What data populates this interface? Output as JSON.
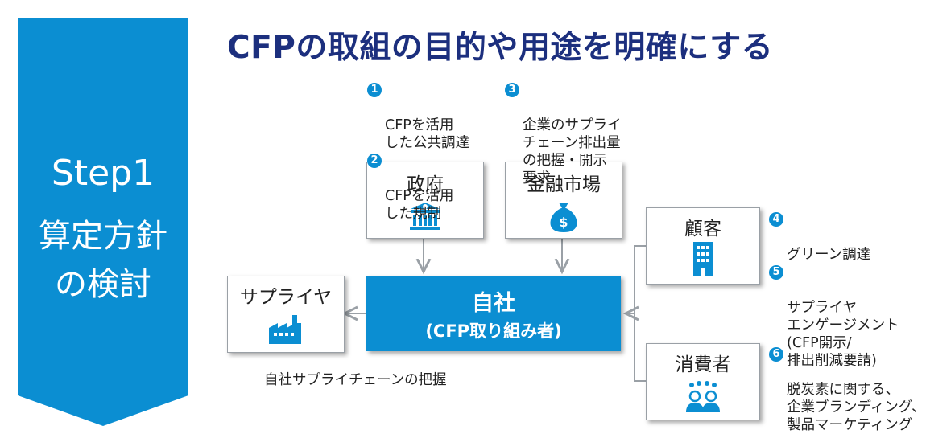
{
  "step": {
    "label": "Step1",
    "title": "算定方針\nの検討",
    "color": "#0b8ed2"
  },
  "main_title": "CFPの取組の目的や用途を明確にする",
  "boxes": {
    "government": {
      "label": "政府",
      "icon": "government-building-icon"
    },
    "finance": {
      "label": "金融市場",
      "icon": "money-bag-icon"
    },
    "supplier": {
      "label": "サプライヤ",
      "icon": "factory-icon"
    },
    "customer": {
      "label": "顧客",
      "icon": "office-building-icon"
    },
    "consumer": {
      "label": "消費者",
      "icon": "people-group-icon"
    }
  },
  "self": {
    "name": "自社",
    "sub": "(CFP取り組み者)"
  },
  "notes": {
    "government": [
      {
        "num": "1",
        "text": "CFPを活用\nした公共調達"
      },
      {
        "num": "2",
        "text": "CFPを活用\nした規制"
      }
    ],
    "finance": [
      {
        "num": "3",
        "text": "企業のサプライ\nチェーン排出量\nの把握・開示\n要求"
      }
    ],
    "customer": [
      {
        "num": "4",
        "text": "グリーン調達"
      },
      {
        "num": "5",
        "text": "サプライヤ\nエンゲージメント\n(CFP開示/\n排出削減要請)"
      }
    ],
    "consumer": [
      {
        "num": "6",
        "text": "脱炭素に関する、\n企業ブランディング、\n製品マーケティング"
      }
    ]
  },
  "caption": "自社サプライチェーンの把握",
  "colors": {
    "accent": "#0b8ed2",
    "title": "#1c2f7e",
    "connector": "#9aa0a6"
  }
}
